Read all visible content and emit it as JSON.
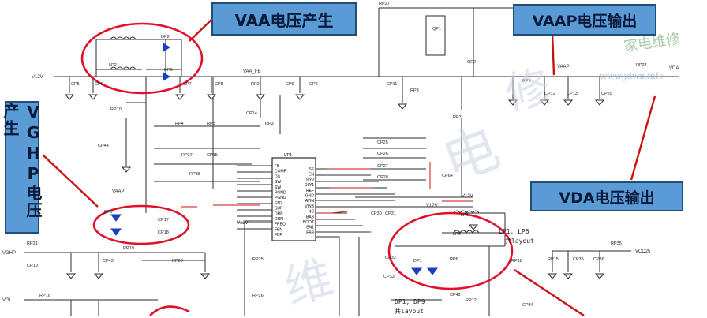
{
  "callouts": {
    "vaa": "VAA电压产生",
    "vaap": "VAAP电压输出",
    "vda": "VDA电压输出",
    "vghp": "VGHP电压产生"
  },
  "nets": {
    "v12v": "V12V",
    "vaa_fb": "VAA_FB",
    "vaap": "VAAP",
    "vda": "VDA",
    "vghp": "VGHP",
    "vgl": "VGL",
    "vcc25": "VCC25",
    "v12v_b": "V12V",
    "dp1_dp9": "DP1, DP9",
    "lp1_lp6": "LP1, LP6",
    "layout_a": "共layout",
    "layout_b": "共layout"
  },
  "ic": {
    "name": "UP1",
    "left_pins": [
      "FB",
      "COMP",
      "DS",
      "SW",
      "SW",
      "PGND",
      "PGND",
      "EN2",
      "SUP",
      "DRP",
      "DRN",
      "FREQ",
      "FBN",
      "FBP"
    ],
    "right_pins": [
      "SS",
      "EN",
      "DLY2",
      "DLY1",
      "REF",
      "GND",
      "AVIN",
      "VINB",
      "NC",
      "BAB",
      "BOOT",
      "EN1",
      "FBB"
    ]
  },
  "labels": [
    "RP27",
    "QP1",
    "QP2",
    "RP24",
    "RP8",
    "RP9",
    "RP7",
    "CP11",
    "CP12",
    "CP13",
    "CP29",
    "DP2",
    "DP6",
    "LP2",
    "CP5",
    "CP6",
    "CP7",
    "CP8",
    "CP9",
    "CP2",
    "RP2",
    "RP3",
    "CP14",
    "RP10",
    "CP44",
    "RP4",
    "RP5",
    "RP37",
    "CP15",
    "RP38",
    "CP25",
    "CP26",
    "CP27",
    "CP28",
    "CP64",
    "DP9",
    "CP17",
    "CP18",
    "RP19",
    "RP21",
    "CP19",
    "CP43",
    "RP20",
    "RP16",
    "RP25",
    "RP26",
    "CP30",
    "CP31",
    "CP32",
    "CP33",
    "LP1",
    "LP6",
    "RP6",
    "DP1",
    "RP11",
    "CP42",
    "RP12",
    "CP34",
    "RP35",
    "RP15",
    "CP35",
    "CP36"
  ],
  "watermark": {
    "site": "www.jdwx.info",
    "brand": "家电维修"
  },
  "colors": {
    "callout_fill": "#5b9bd5",
    "callout_border": "#1f4e79",
    "ellipse": "#e0102a",
    "wire": "#2b2b2b",
    "net_red": "#cc1111",
    "diode": "#1a3fbf"
  }
}
